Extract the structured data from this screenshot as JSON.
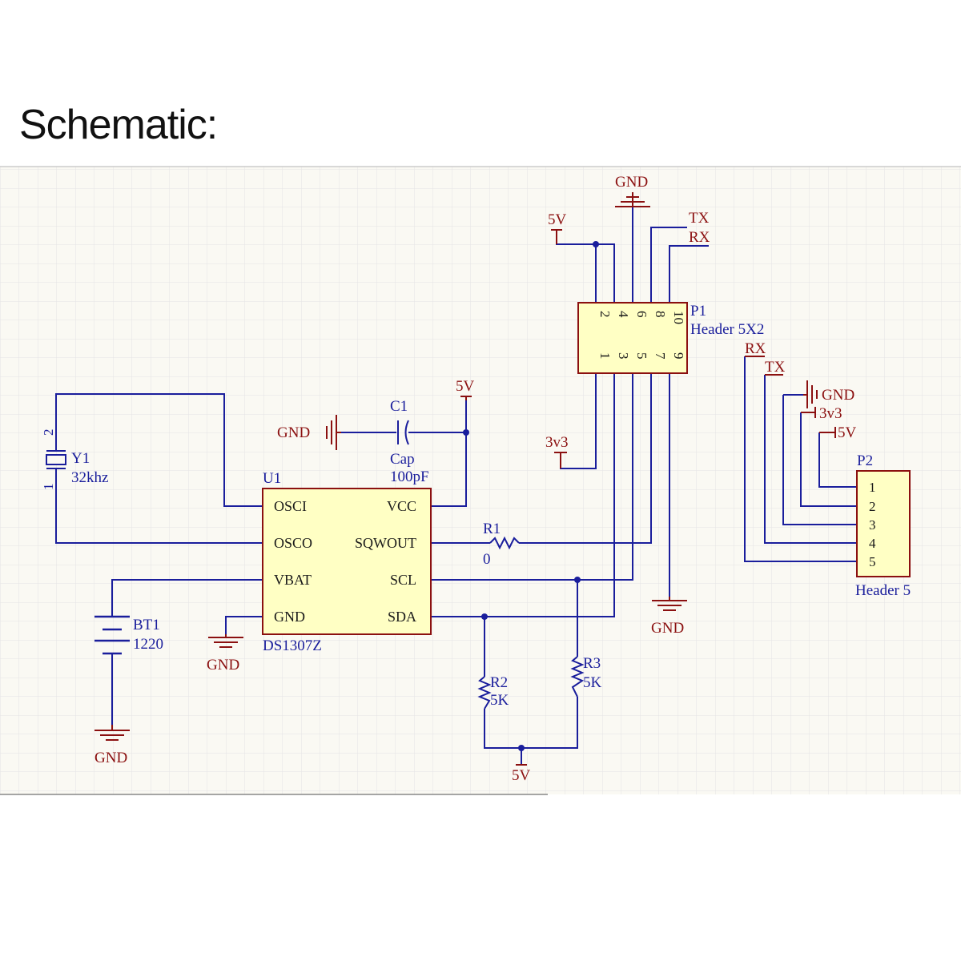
{
  "heading": "Schematic:",
  "colors": {
    "wire": "#1a1e9c",
    "power": "#8b1010",
    "part_fill": "#ffffc4",
    "part_border": "#8b1010",
    "grid": "#e4e4e4",
    "sheet": "#faf9f3"
  },
  "power_labels": {
    "gnd_top": "GND",
    "v5_top": "5V",
    "tx_top": "TX",
    "rx_top": "RX",
    "v3v3_left": "3v3",
    "gnd_p1": "GND",
    "gnd_c1": "GND",
    "v5_c1": "5V",
    "gnd_u1": "GND",
    "gnd_bt1": "GND",
    "v5_bottom": "5V",
    "rx_p2": "RX",
    "tx_p2": "TX",
    "gnd_p2": "GND",
    "v3v3_p2": "3v3",
    "v5_p2": "5V"
  },
  "u1": {
    "designator": "U1",
    "part": "DS1307Z",
    "left_pins": [
      "OSCI",
      "OSCO",
      "VBAT",
      "GND"
    ],
    "right_pins": [
      "VCC",
      "SQWOUT",
      "SCL",
      "SDA"
    ]
  },
  "y1": {
    "designator": "Y1",
    "value": "32khz",
    "pin_top": "2",
    "pin_bottom": "1"
  },
  "c1": {
    "designator": "C1",
    "type": "Cap",
    "value": "100pF"
  },
  "r1": {
    "designator": "R1",
    "value": "0"
  },
  "r2": {
    "designator": "R2",
    "value": "5K"
  },
  "r3": {
    "designator": "R3",
    "value": "5K"
  },
  "bt1": {
    "designator": "BT1",
    "value": "1220"
  },
  "p1": {
    "designator": "P1",
    "part": "Header 5X2",
    "top_pins": [
      "2",
      "4",
      "6",
      "8",
      "10"
    ],
    "bottom_pins": [
      "1",
      "3",
      "5",
      "7",
      "9"
    ]
  },
  "p2": {
    "designator": "P2",
    "part": "Header 5",
    "pins": [
      "1",
      "2",
      "3",
      "4",
      "5"
    ]
  }
}
